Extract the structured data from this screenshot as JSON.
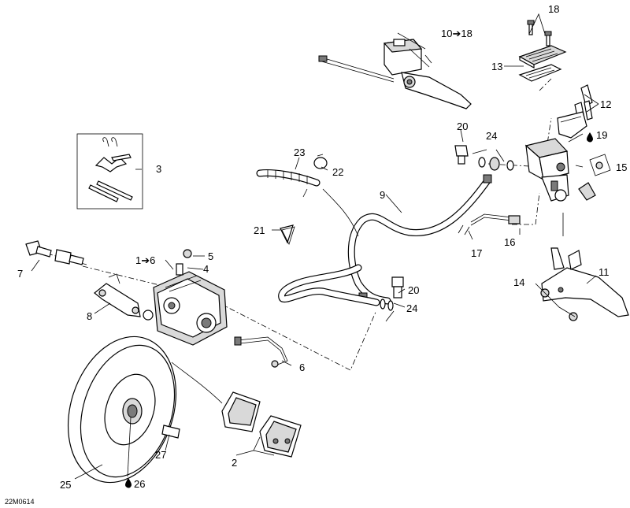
{
  "diagram_code": "22M0614",
  "icons": {
    "lubricant": "oil-drop-icon"
  },
  "callouts": [
    {
      "id": "c1to6",
      "text": "1➔6"
    },
    {
      "id": "c2",
      "text": "2"
    },
    {
      "id": "c3",
      "text": "3"
    },
    {
      "id": "c4",
      "text": "4"
    },
    {
      "id": "c5",
      "text": "5"
    },
    {
      "id": "c6",
      "text": "6"
    },
    {
      "id": "c7",
      "text": "7"
    },
    {
      "id": "c8",
      "text": "8"
    },
    {
      "id": "c9",
      "text": "9"
    },
    {
      "id": "c10to18",
      "text": "10➔18"
    },
    {
      "id": "c11",
      "text": "11"
    },
    {
      "id": "c12",
      "text": "12"
    },
    {
      "id": "c13",
      "text": "13"
    },
    {
      "id": "c14",
      "text": "14"
    },
    {
      "id": "c15",
      "text": "15"
    },
    {
      "id": "c16",
      "text": "16"
    },
    {
      "id": "c17",
      "text": "17"
    },
    {
      "id": "c18",
      "text": "18"
    },
    {
      "id": "c19",
      "text": "19"
    },
    {
      "id": "c20a",
      "text": "20"
    },
    {
      "id": "c20b",
      "text": "20"
    },
    {
      "id": "c21",
      "text": "21"
    },
    {
      "id": "c22",
      "text": "22"
    },
    {
      "id": "c23",
      "text": "23"
    },
    {
      "id": "c24a",
      "text": "24"
    },
    {
      "id": "c24b",
      "text": "24"
    },
    {
      "id": "c25",
      "text": "25"
    },
    {
      "id": "c26",
      "text": "26"
    },
    {
      "id": "c27",
      "text": "27"
    }
  ]
}
